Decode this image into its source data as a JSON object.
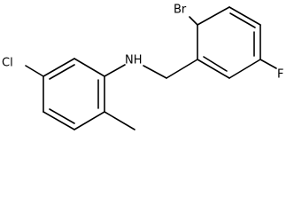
{
  "labels": {
    "bromine": "Br",
    "amine": "NH",
    "chlorine": "Cl",
    "fluorine": "F"
  },
  "colors": {
    "bond": "#000000",
    "background": "#ffffff"
  }
}
